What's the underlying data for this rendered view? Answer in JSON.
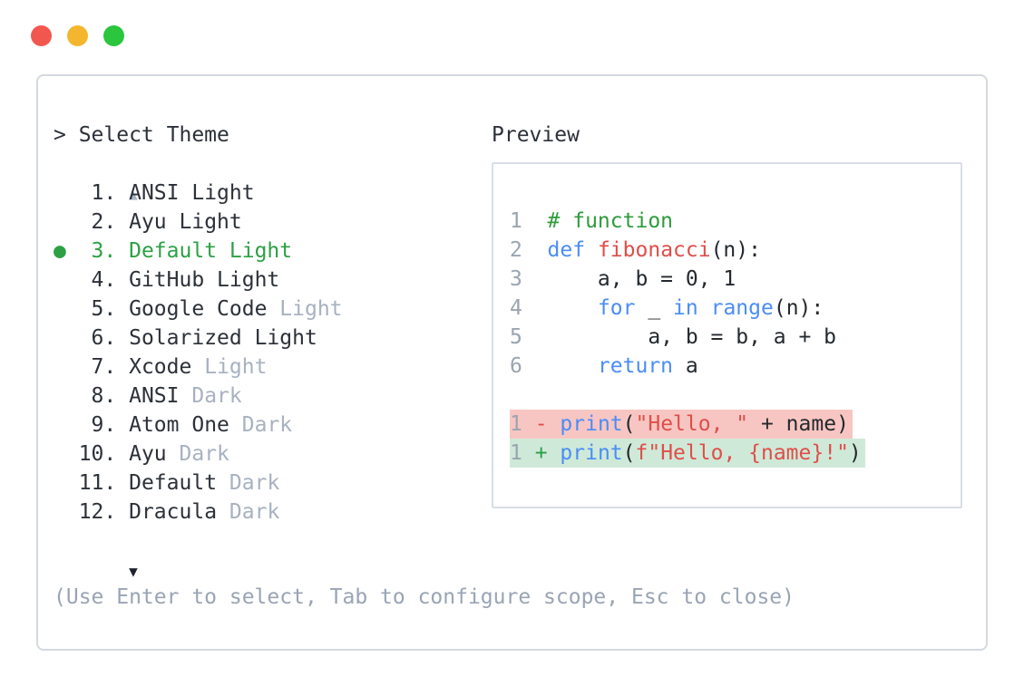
{
  "window_controls": {
    "close_color": "#f2574f",
    "minimize_color": "#f3b62e",
    "zoom_color": "#2bc53e"
  },
  "palette": {
    "text_dark": "#2c3139",
    "muted_gray": "#a7b1c0",
    "help_gray": "#99a4b4",
    "line_number_gray": "#9aa4b1",
    "accent_green": "#2da044",
    "comment_green": "#2f9c3b",
    "keyword_blue": "#4a8df6",
    "string_red": "#df4e4a",
    "diff_removed_bg": "#f8c6c2",
    "diff_added_bg": "#cfe9d8",
    "panel_border": "#d4d9e0"
  },
  "theme_picker": {
    "title": "> Select Theme",
    "scroll_up_indicator": "▲",
    "scroll_down_indicator": "▼",
    "selected_marker": "●",
    "items": [
      {
        "number": " 1.",
        "name": "ANSI Light",
        "dim_suffix": "",
        "selected": false
      },
      {
        "number": " 2.",
        "name": "Ayu Light",
        "dim_suffix": "",
        "selected": false
      },
      {
        "number": " 3.",
        "name": "Default Light",
        "dim_suffix": "",
        "selected": true
      },
      {
        "number": " 4.",
        "name": "GitHub Light",
        "dim_suffix": "",
        "selected": false
      },
      {
        "number": " 5.",
        "name": "Google Code",
        "dim_suffix": "Light",
        "selected": false
      },
      {
        "number": " 6.",
        "name": "Solarized Light",
        "dim_suffix": "",
        "selected": false
      },
      {
        "number": " 7.",
        "name": "Xcode",
        "dim_suffix": "Light",
        "selected": false
      },
      {
        "number": " 8.",
        "name": "ANSI",
        "dim_suffix": "Dark",
        "selected": false
      },
      {
        "number": " 9.",
        "name": "Atom One",
        "dim_suffix": "Dark",
        "selected": false
      },
      {
        "number": "10.",
        "name": "Ayu",
        "dim_suffix": "Dark",
        "selected": false
      },
      {
        "number": "11.",
        "name": "Default",
        "dim_suffix": "Dark",
        "selected": false
      },
      {
        "number": "12.",
        "name": "Dracula",
        "dim_suffix": "Dark",
        "selected": false
      }
    ],
    "help_text": "(Use Enter to select, Tab to configure scope, Esc to close)"
  },
  "preview": {
    "label": "Preview",
    "code_lines": [
      {
        "diff": "",
        "segments": [
          {
            "t": "1  ",
            "s": "ln"
          },
          {
            "t": "# function",
            "s": "cm"
          }
        ]
      },
      {
        "diff": "",
        "segments": [
          {
            "t": "2  ",
            "s": "ln"
          },
          {
            "t": "def",
            "s": "kw"
          },
          {
            "t": " ",
            "s": "tx"
          },
          {
            "t": "fibonacci",
            "s": "fn"
          },
          {
            "t": "(n):",
            "s": "tx"
          }
        ]
      },
      {
        "diff": "",
        "segments": [
          {
            "t": "3  ",
            "s": "ln"
          },
          {
            "t": "    a, b = 0, 1",
            "s": "tx"
          }
        ]
      },
      {
        "diff": "",
        "segments": [
          {
            "t": "4  ",
            "s": "ln"
          },
          {
            "t": "    ",
            "s": "tx"
          },
          {
            "t": "for",
            "s": "kw"
          },
          {
            "t": " _ ",
            "s": "tx"
          },
          {
            "t": "in",
            "s": "kw"
          },
          {
            "t": " ",
            "s": "tx"
          },
          {
            "t": "range",
            "s": "kw"
          },
          {
            "t": "(n):",
            "s": "tx"
          }
        ]
      },
      {
        "diff": "",
        "segments": [
          {
            "t": "5  ",
            "s": "ln"
          },
          {
            "t": "        a, b = b, a + b",
            "s": "tx"
          }
        ]
      },
      {
        "diff": "",
        "segments": [
          {
            "t": "6  ",
            "s": "ln"
          },
          {
            "t": "    ",
            "s": "tx"
          },
          {
            "t": "return",
            "s": "kw"
          },
          {
            "t": " a",
            "s": "tx"
          }
        ]
      },
      {
        "diff": "",
        "segments": []
      },
      {
        "diff": "removed",
        "segments": [
          {
            "t": "1 ",
            "s": "ln"
          },
          {
            "t": "- ",
            "s": "del"
          },
          {
            "t": "print",
            "s": "kw"
          },
          {
            "t": "(",
            "s": "tx"
          },
          {
            "t": "\"Hello, \"",
            "s": "str"
          },
          {
            "t": " + name)",
            "s": "tx"
          }
        ]
      },
      {
        "diff": "added",
        "segments": [
          {
            "t": "1 ",
            "s": "ln"
          },
          {
            "t": "+ ",
            "s": "add"
          },
          {
            "t": "print",
            "s": "kw"
          },
          {
            "t": "(",
            "s": "tx"
          },
          {
            "t": "f\"Hello, {name}!\"",
            "s": "str"
          },
          {
            "t": ")",
            "s": "tx"
          }
        ]
      }
    ]
  }
}
